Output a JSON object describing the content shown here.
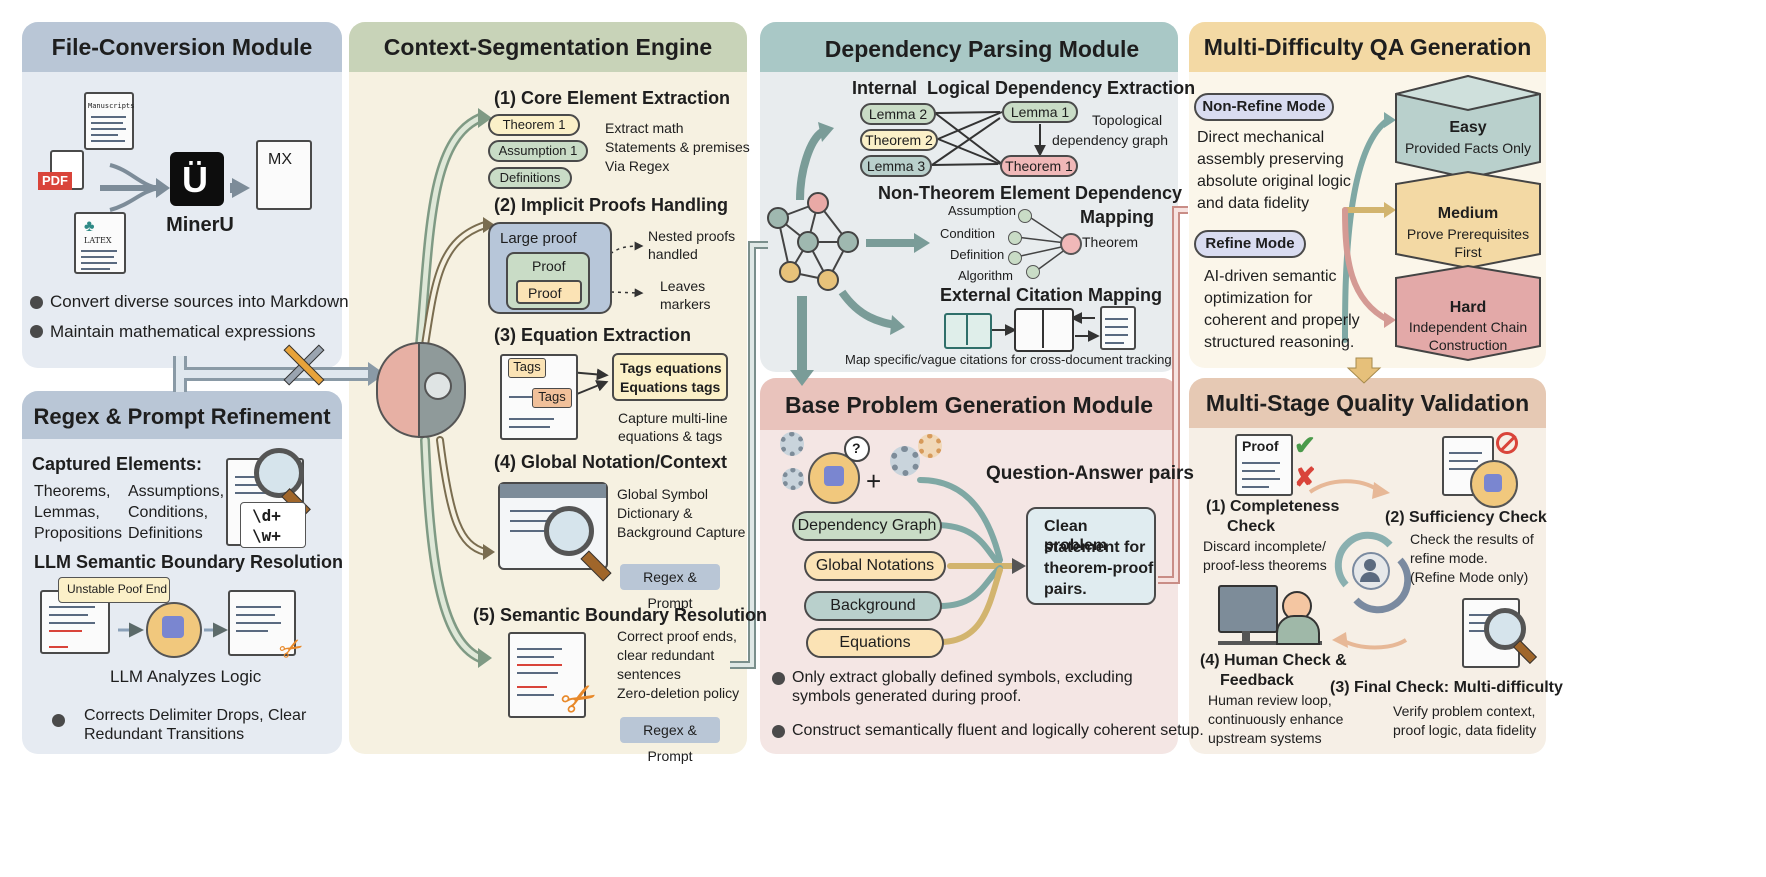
{
  "colors": {
    "blue_panel": "#e6ebf2",
    "blue_head": "#b9c6d6",
    "tan_panel": "#f6f1e1",
    "green_head": "#c8d3b8",
    "teal_head": "#a9c8c6",
    "gray_panel": "#e8ecee",
    "sand_head": "#f3d9a4",
    "cream_panel": "#fbf6ea",
    "rose_head": "#e9c3bc",
    "rose_panel": "#f4e6e4",
    "beige_head": "#e6c9b4",
    "beige_panel": "#f6efe6",
    "pill_yellow": "#fbf0c8",
    "pill_green": "#c9dcc6",
    "pill_teal": "#b9d0cc",
    "pill_pink": "#f0b8b8",
    "pill_purple": "#d9dcf0"
  },
  "file_conversion": {
    "title": "File-Conversion Module",
    "doc_manuscripts": "Manuscripts",
    "doc_pdf": "PDF",
    "doc_latex": "LATEX",
    "doc_output": "MX",
    "tool": "MinerU",
    "bullets": [
      "Convert diverse sources into Markdown",
      "Maintain mathematical expressions"
    ]
  },
  "regex_refinement": {
    "title": "Regex & Prompt Refinement",
    "captured_label": "Captured Elements:",
    "col1": [
      "Theorems,",
      "Lemmas,",
      "Propositions"
    ],
    "col2": [
      "Assumptions,",
      "Conditions,",
      "Definitions"
    ],
    "regex1": "\\d+",
    "regex2": "\\w+",
    "llm_title": "LLM Semantic Boundary Resolution",
    "callout": "Unstable Poof End",
    "llm_caption": "LLM Analyzes Logic",
    "bullet": "Corrects Delimiter Drops, Clear Redundant Transitions"
  },
  "context_segmentation": {
    "title": "Context-Segmentation Engine",
    "s1_title": "(1) Core Element Extraction",
    "s1_pills": [
      "Theorem 1",
      "Assumption 1",
      "Definitions"
    ],
    "s1_desc": [
      "Extract math",
      "Statements & premises",
      "Via Regex"
    ],
    "s2_title": "(2) Implicit Proofs Handling",
    "s2_large": "Large proof",
    "s2_proof": "Proof",
    "s2_note1": [
      "Nested proofs",
      "handled"
    ],
    "s2_note2": [
      "Leaves",
      "markers"
    ],
    "s3_title": "(3) Equation Extraction",
    "s3_tag": "Tags",
    "s3_box": [
      "Tags equations",
      "Equations tags"
    ],
    "s3_desc": [
      "Capture multi-line",
      "equations & tags"
    ],
    "s4_title": "(4) Global Notation/Context",
    "s4_desc": [
      "Global Symbol",
      "Dictionary &",
      "Background Capture"
    ],
    "regex_prompt": "Regex & Prompt",
    "s5_title": "(5) Semantic Boundary Resolution",
    "s5_desc": [
      "Correct proof ends,",
      "clear redundant",
      "sentences",
      "Zero-deletion policy"
    ]
  },
  "dependency_parsing": {
    "title": "Dependency Parsing Module",
    "internal_title": "Internal  Logical Dependency Extraction",
    "lemma2": "Lemma 2",
    "lemma1": "Lemma 1",
    "theorem2": "Theorem 2",
    "lemma3": "Lemma 3",
    "theorem1": "Theorem 1",
    "topo": [
      "Topological",
      "dependency graph"
    ],
    "nontheorem_title": [
      "Non-Theorem Element Dependency",
      "Mapping"
    ],
    "nodes": [
      "Assumption",
      "Condition",
      "Definition",
      "Algorithm"
    ],
    "theorem_node": "Theorem",
    "citation_title": "External Citation Mapping",
    "citation_desc": "Map specific/vague citations for cross-document tracking"
  },
  "base_problem": {
    "title": "Base Problem Generation Module",
    "qa_label": "Question-Answer pairs",
    "plus": "+",
    "question": "?",
    "pills": [
      "Dependency Graph",
      "Global Notations",
      "Background",
      "Equations"
    ],
    "clean_box": [
      "Clean problem",
      "statement for",
      "theorem-proof",
      "pairs."
    ],
    "bullets": [
      "Only extract globally defined symbols, excluding symbols generated during proof.",
      "Construct semantically fluent and logically coherent setup."
    ]
  },
  "qa_generation": {
    "title": "Multi-Difficulty QA Generation",
    "nonrefine_label": "Non-Refine Mode",
    "nonrefine_desc": [
      "Direct mechanical",
      "assembly preserving",
      "absolute original logic",
      "and data fidelity"
    ],
    "refine_label": "Refine Mode",
    "refine_desc": [
      "AI-driven semantic",
      "optimization for",
      "coherent and properly",
      "structured reasoning."
    ],
    "easy_title": "Easy",
    "easy_desc": "Provided Facts Only",
    "medium_title": "Medium",
    "medium_desc": [
      "Prove Prerequisites",
      "First"
    ],
    "hard_title": "Hard",
    "hard_desc": [
      "Independent Chain",
      "Construction"
    ]
  },
  "quality_validation": {
    "title": "Multi-Stage Quality Validation",
    "proof_label": "Proof",
    "c1_title": [
      "(1) Completeness",
      "Check"
    ],
    "c1_desc": [
      "Discard incomplete/",
      "proof-less theorems"
    ],
    "c2_title": "(2) Sufficiency Check",
    "c2_desc": [
      "Check the results of",
      "refine mode.",
      "(Refine Mode only)"
    ],
    "c3_title": "(3) Final Check: Multi-difficulty",
    "c3_desc": [
      "Verify problem context,",
      "proof logic, data fidelity"
    ],
    "c4_title": [
      "(4) Human Check &",
      "Feedback"
    ],
    "c4_desc": [
      "Human review loop,",
      "continuously enhance",
      "upstream systems"
    ]
  }
}
